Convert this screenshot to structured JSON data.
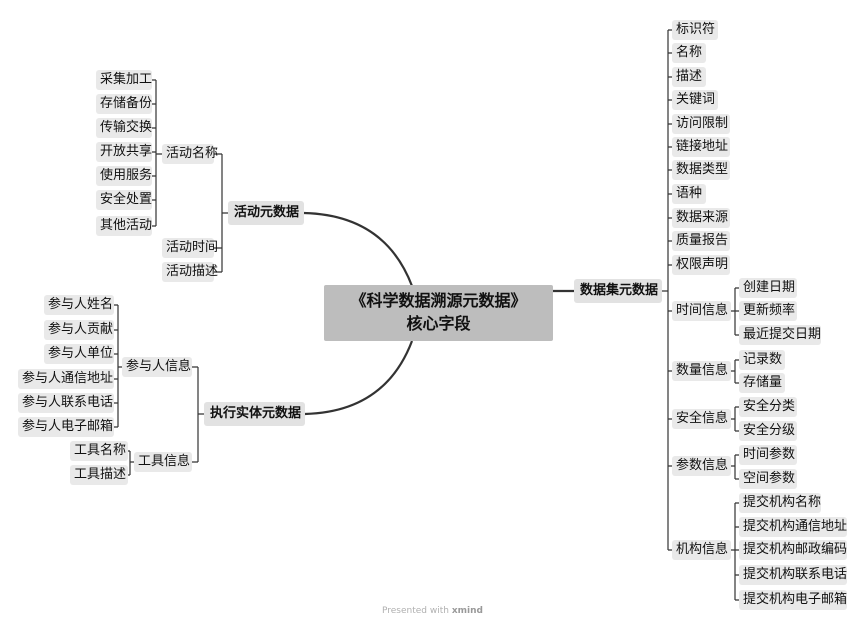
{
  "root": {
    "line1": "《科学数据溯源元数据》",
    "line2": "核心字段"
  },
  "activity": {
    "title": "活动元数据",
    "name_group": {
      "label": "活动名称",
      "items": [
        "采集加工",
        "存储备份",
        "传输交换",
        "开放共享",
        "使用服务",
        "安全处置",
        "其他活动"
      ]
    },
    "time_label": "活动时间",
    "desc_label": "活动描述"
  },
  "executor": {
    "title": "执行实体元数据",
    "participant": {
      "label": "参与人信息",
      "items": [
        "参与人姓名",
        "参与人贡献",
        "参与人单位",
        "参与人通信地址",
        "参与人联系电话",
        "参与人电子邮箱"
      ]
    },
    "tool": {
      "label": "工具信息",
      "items": [
        "工具名称",
        "工具描述"
      ]
    }
  },
  "dataset": {
    "title": "数据集元数据",
    "simple_items": [
      "标识符",
      "名称",
      "描述",
      "关键词",
      "访问限制",
      "链接地址",
      "数据类型",
      "语种",
      "数据来源",
      "质量报告",
      "权限声明"
    ],
    "groups": [
      {
        "label": "时间信息",
        "items": [
          "创建日期",
          "更新频率",
          "最近提交日期"
        ]
      },
      {
        "label": "数量信息",
        "items": [
          "记录数",
          "存储量"
        ]
      },
      {
        "label": "安全信息",
        "items": [
          "安全分类",
          "安全分级"
        ]
      },
      {
        "label": "参数信息",
        "items": [
          "时间参数",
          "空间参数"
        ]
      },
      {
        "label": "机构信息",
        "items": [
          "提交机构名称",
          "提交机构通信地址",
          "提交机构邮政编码",
          "提交机构联系电话",
          "提交机构电子邮箱"
        ]
      }
    ]
  },
  "footer": {
    "prefix": "Presented with",
    "brand": "xmind"
  },
  "colors": {
    "line": "#333333",
    "node": "#e9e9e9",
    "root": "#bdbdbd"
  }
}
